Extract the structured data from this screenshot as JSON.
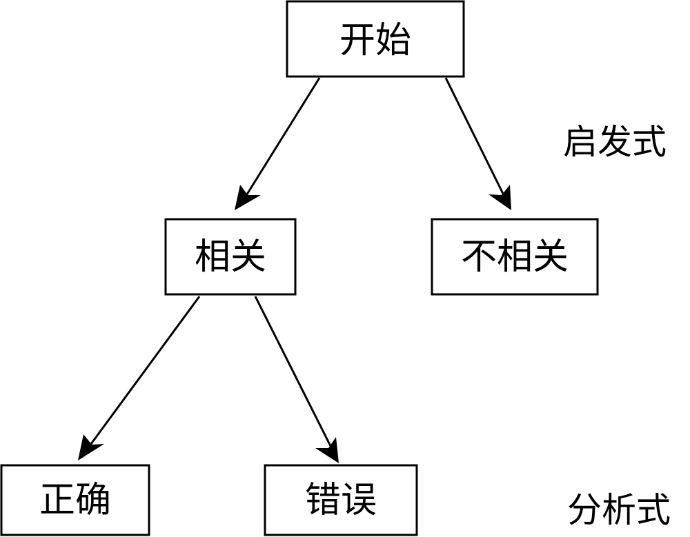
{
  "nodes": {
    "start": "开始",
    "related": "相关",
    "unrelated": "不相关",
    "correct": "正确",
    "wrong": "错误"
  },
  "labels": {
    "heuristic": "启发式",
    "analytic": "分析式"
  },
  "edges": [
    {
      "from": "开始",
      "to": "相关"
    },
    {
      "from": "开始",
      "to": "不相关"
    },
    {
      "from": "相关",
      "to": "正确"
    },
    {
      "from": "相关",
      "to": "错误"
    }
  ]
}
